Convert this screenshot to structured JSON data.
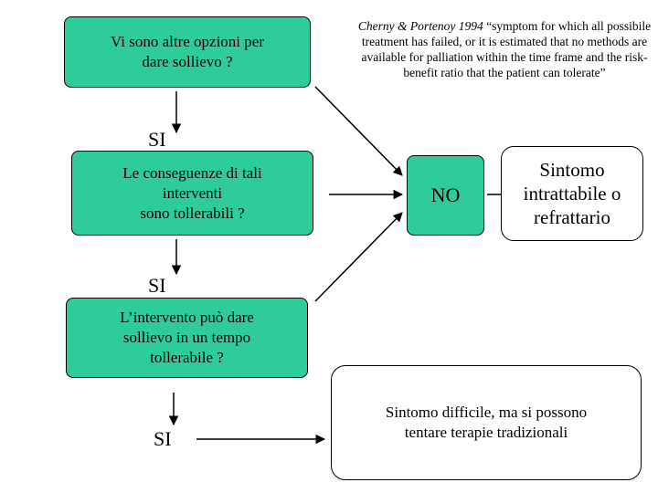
{
  "boxes": {
    "q1": "Vi sono altre opzioni per\ndare sollievo ?",
    "q2": "Le conseguenze di tali\ninterventi\nsono tollerabili ?",
    "q3": "L’intervento può dare\nsollievo in un tempo\ntollerabile ?",
    "no": "NO",
    "refractory": "Sintomo\nintrattabile o\nrefrattario",
    "difficult": "Sintomo difficile, ma si possono\ntentare terapie tradizionali"
  },
  "labels": {
    "si1": "SI",
    "si2": "SI",
    "si3": "SI"
  },
  "quote": {
    "author": "Cherny & Portenoy 1994",
    "text": "“symptom for which all possibile treatment has failed, or it is estimated that no methods are available for palliation within the time frame and the risk-benefit ratio that the patient can tolerate”"
  },
  "colors": {
    "green": "#2ecc9a",
    "border": "#000000"
  }
}
